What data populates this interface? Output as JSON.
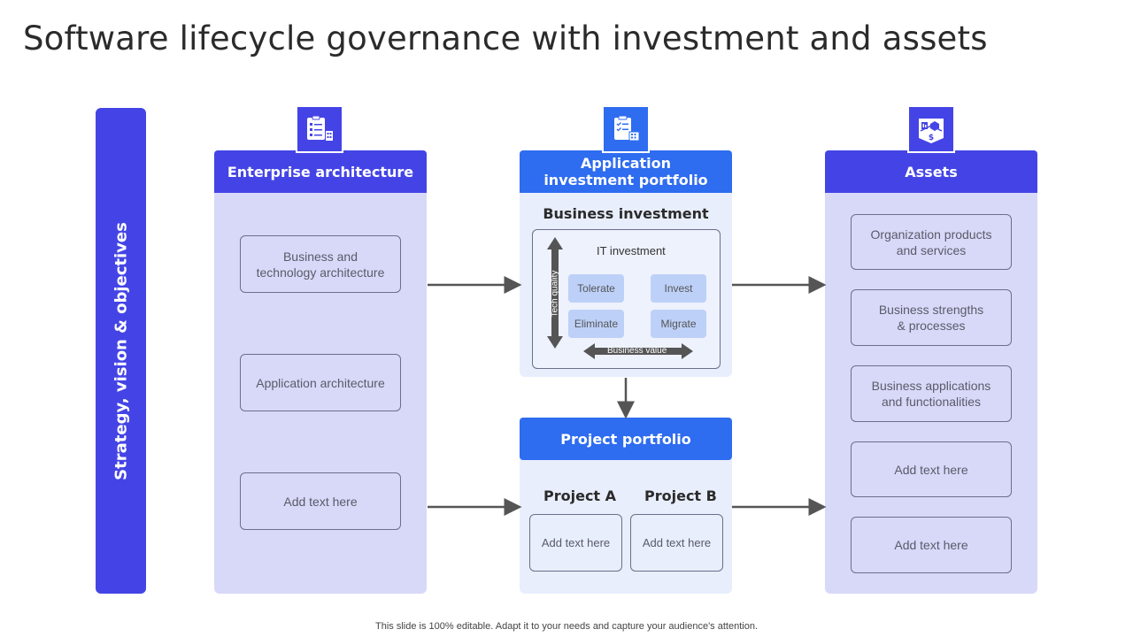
{
  "title": "Software lifecycle governance with investment and assets",
  "sidebar": {
    "label": "Strategy, vision & objectives"
  },
  "columns": {
    "enterprise": {
      "header": "Enterprise architecture",
      "icon": "checklist-clipboard-icon",
      "items": [
        "Business and\ntechnology architecture",
        "Application architecture",
        "Add text here"
      ]
    },
    "investment": {
      "header": "Application\ninvestment portfolio",
      "icon": "clipboard-building-icon",
      "business_investment": "Business investment",
      "it_investment": "IT investment",
      "y_axis": "Tech quality",
      "x_axis": "Business value",
      "quadrants": [
        "Tolerate",
        "Invest",
        "Eliminate",
        "Migrate"
      ]
    },
    "project": {
      "header": "Project portfolio",
      "project_a": "Project A",
      "project_b": "Project B",
      "project_a_text": "Add text here",
      "project_b_text": "Add text here"
    },
    "assets": {
      "header": "Assets",
      "icon": "assets-map-dollar-icon",
      "items": [
        "Organization products\nand services",
        "Business strengths\n& processes",
        "Business applications\nand functionalities",
        "Add text here",
        "Add text here"
      ]
    }
  },
  "footer": "This slide is 100% editable. Adapt it to your needs and capture your audience's attention.",
  "colors": {
    "indigo": "#4444e6",
    "blue": "#2e6cf0",
    "light_panel": "#d8d9f8",
    "pale_panel": "#e8eefc",
    "cell": "#bdd0f8"
  }
}
